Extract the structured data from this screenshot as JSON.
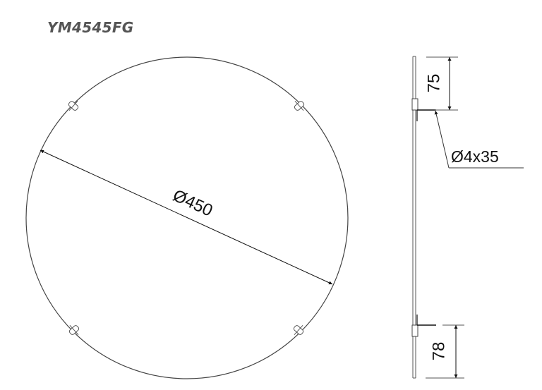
{
  "title": "YM4545FG",
  "front_view": {
    "diameter_label": "Ø450",
    "diameter_value": 450,
    "clips": [
      "top-left",
      "top-right",
      "bottom-left",
      "bottom-right"
    ]
  },
  "side_view": {
    "top_offset_label": "75",
    "top_offset_value": 75,
    "bottom_offset_label": "78",
    "bottom_offset_value": 78,
    "screw_label": "Ø4x35"
  },
  "colors": {
    "line": "#333333",
    "title": "#555555",
    "background": "#ffffff"
  }
}
